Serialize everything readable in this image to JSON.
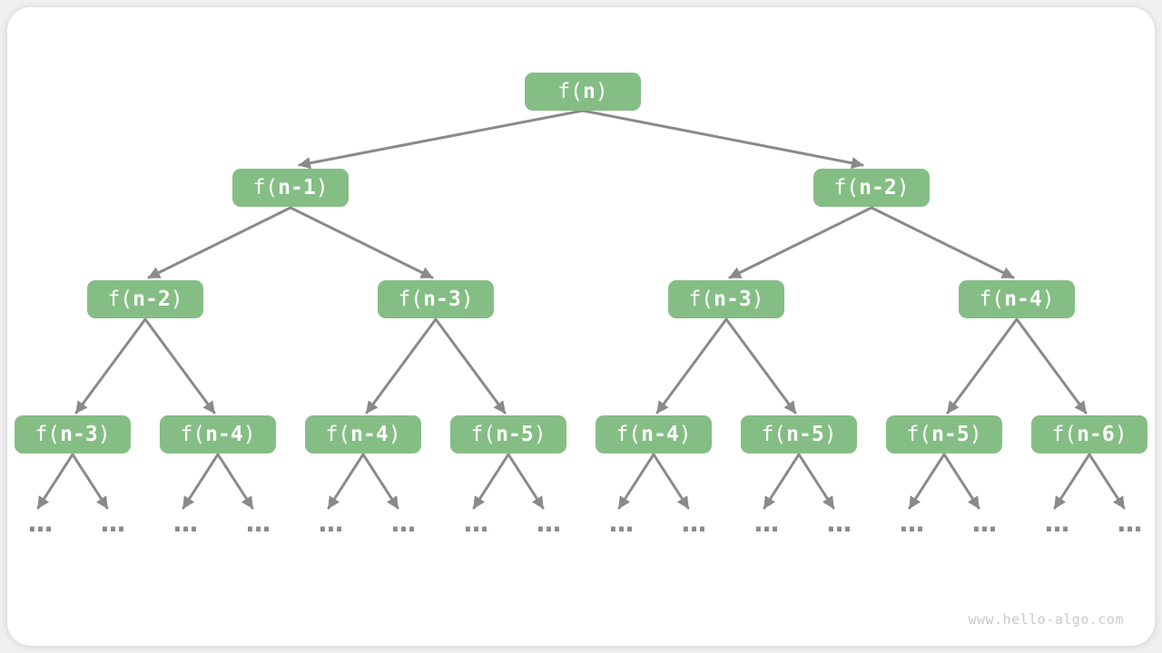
{
  "page": {
    "watermark": "www.hello-algo.com"
  },
  "colors": {
    "node_fill": "#85be85",
    "node_text": "#ffffff",
    "arrow": "#8a8a8a",
    "ellipsis": "#8a8a8a",
    "page_background": "#f0f0f0",
    "card_background": "#ffffff",
    "watermark_text": "#c9c9c9"
  },
  "ellipsis": "...",
  "nodes": [
    {
      "level": 1,
      "prefix": "f(",
      "arg": "n",
      "suffix": ")"
    },
    {
      "level": 2,
      "prefix": "f(",
      "arg": "n-1",
      "suffix": ")"
    },
    {
      "level": 2,
      "prefix": "f(",
      "arg": "n-2",
      "suffix": ")"
    },
    {
      "level": 3,
      "prefix": "f(",
      "arg": "n-2",
      "suffix": ")"
    },
    {
      "level": 3,
      "prefix": "f(",
      "arg": "n-3",
      "suffix": ")"
    },
    {
      "level": 3,
      "prefix": "f(",
      "arg": "n-3",
      "suffix": ")"
    },
    {
      "level": 3,
      "prefix": "f(",
      "arg": "n-4",
      "suffix": ")"
    },
    {
      "level": 4,
      "prefix": "f(",
      "arg": "n-3",
      "suffix": ")"
    },
    {
      "level": 4,
      "prefix": "f(",
      "arg": "n-4",
      "suffix": ")"
    },
    {
      "level": 4,
      "prefix": "f(",
      "arg": "n-4",
      "suffix": ")"
    },
    {
      "level": 4,
      "prefix": "f(",
      "arg": "n-5",
      "suffix": ")"
    },
    {
      "level": 4,
      "prefix": "f(",
      "arg": "n-4",
      "suffix": ")"
    },
    {
      "level": 4,
      "prefix": "f(",
      "arg": "n-5",
      "suffix": ")"
    },
    {
      "level": 4,
      "prefix": "f(",
      "arg": "n-5",
      "suffix": ")"
    },
    {
      "level": 4,
      "prefix": "f(",
      "arg": "n-6",
      "suffix": ")"
    }
  ]
}
